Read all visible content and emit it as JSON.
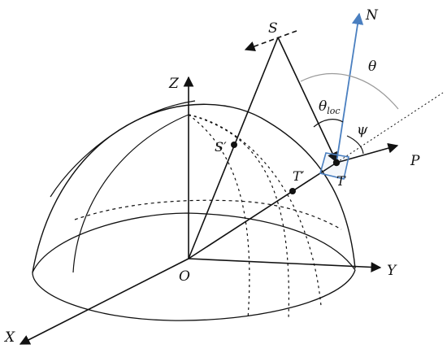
{
  "diagram": {
    "labels": {
      "s": "S",
      "n": "N",
      "theta": "θ",
      "z": "Z",
      "theta_loc": "θ",
      "theta_loc_sub": "loc",
      "psi": "ψ",
      "s_prime": "S′",
      "t_prime": "T′",
      "t": "T",
      "p": "P",
      "o": "O",
      "y": "Y",
      "x": "X"
    },
    "colors": {
      "ink": "#111111",
      "normal": "#4a7fc0",
      "guide": "#9a9a9a"
    }
  }
}
